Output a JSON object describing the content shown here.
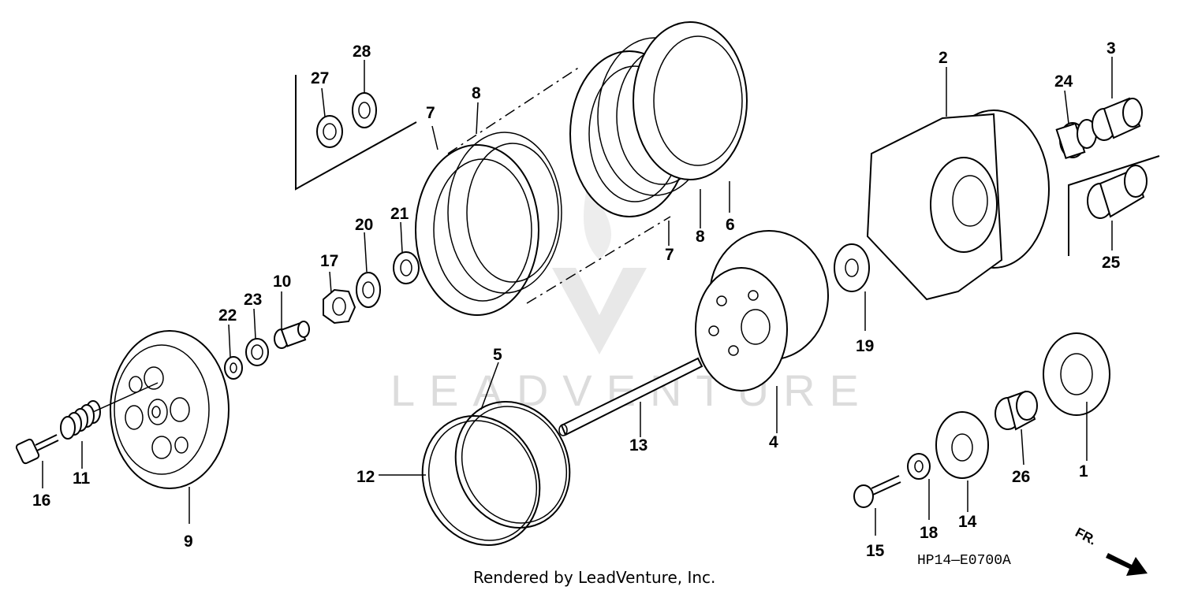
{
  "diagram": {
    "code": "HP14—E0700A",
    "credit": "Rendered by LeadVenture, Inc.",
    "watermark": "LEADVENTURE",
    "direction": "FR.",
    "labels": [
      "1",
      "2",
      "3",
      "4",
      "5",
      "6",
      "7",
      "8",
      "9",
      "10",
      "11",
      "12",
      "13",
      "14",
      "15",
      "16",
      "17",
      "18",
      "19",
      "20",
      "21",
      "22",
      "23",
      "24",
      "25",
      "26",
      "27",
      "28"
    ]
  }
}
